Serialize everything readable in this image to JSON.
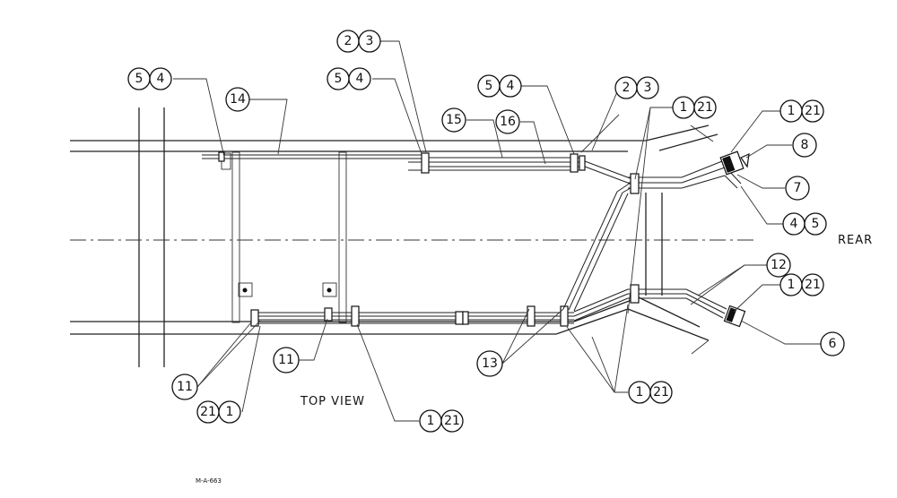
{
  "diagram": {
    "view_label": "TOP VIEW",
    "rear_label": "REAR",
    "drawing_code": "M-A-663",
    "callouts": {
      "c54_left": [
        "5",
        "4"
      ],
      "c14": [
        "14"
      ],
      "c54_mid": [
        "5",
        "4"
      ],
      "c23_mid": [
        "2",
        "3"
      ],
      "c15": [
        "15"
      ],
      "c16": [
        "16"
      ],
      "c54_right": [
        "5",
        "4"
      ],
      "c23_right": [
        "2",
        "3"
      ],
      "c121_top": [
        "1",
        "21"
      ],
      "c121_topright": [
        "1",
        "21"
      ],
      "c8": [
        "8"
      ],
      "c7": [
        "7"
      ],
      "c45": [
        "4",
        "5"
      ],
      "c12": [
        "12"
      ],
      "c121_right": [
        "1",
        "21"
      ],
      "c6": [
        "6"
      ],
      "c13": [
        "13"
      ],
      "c121_bottom_right": [
        "1",
        "21"
      ],
      "c121_bottom_mid": [
        "1",
        "21"
      ],
      "c11_left": [
        "11"
      ],
      "c11_mid": [
        "11"
      ],
      "c211": [
        "21",
        "1"
      ]
    }
  }
}
